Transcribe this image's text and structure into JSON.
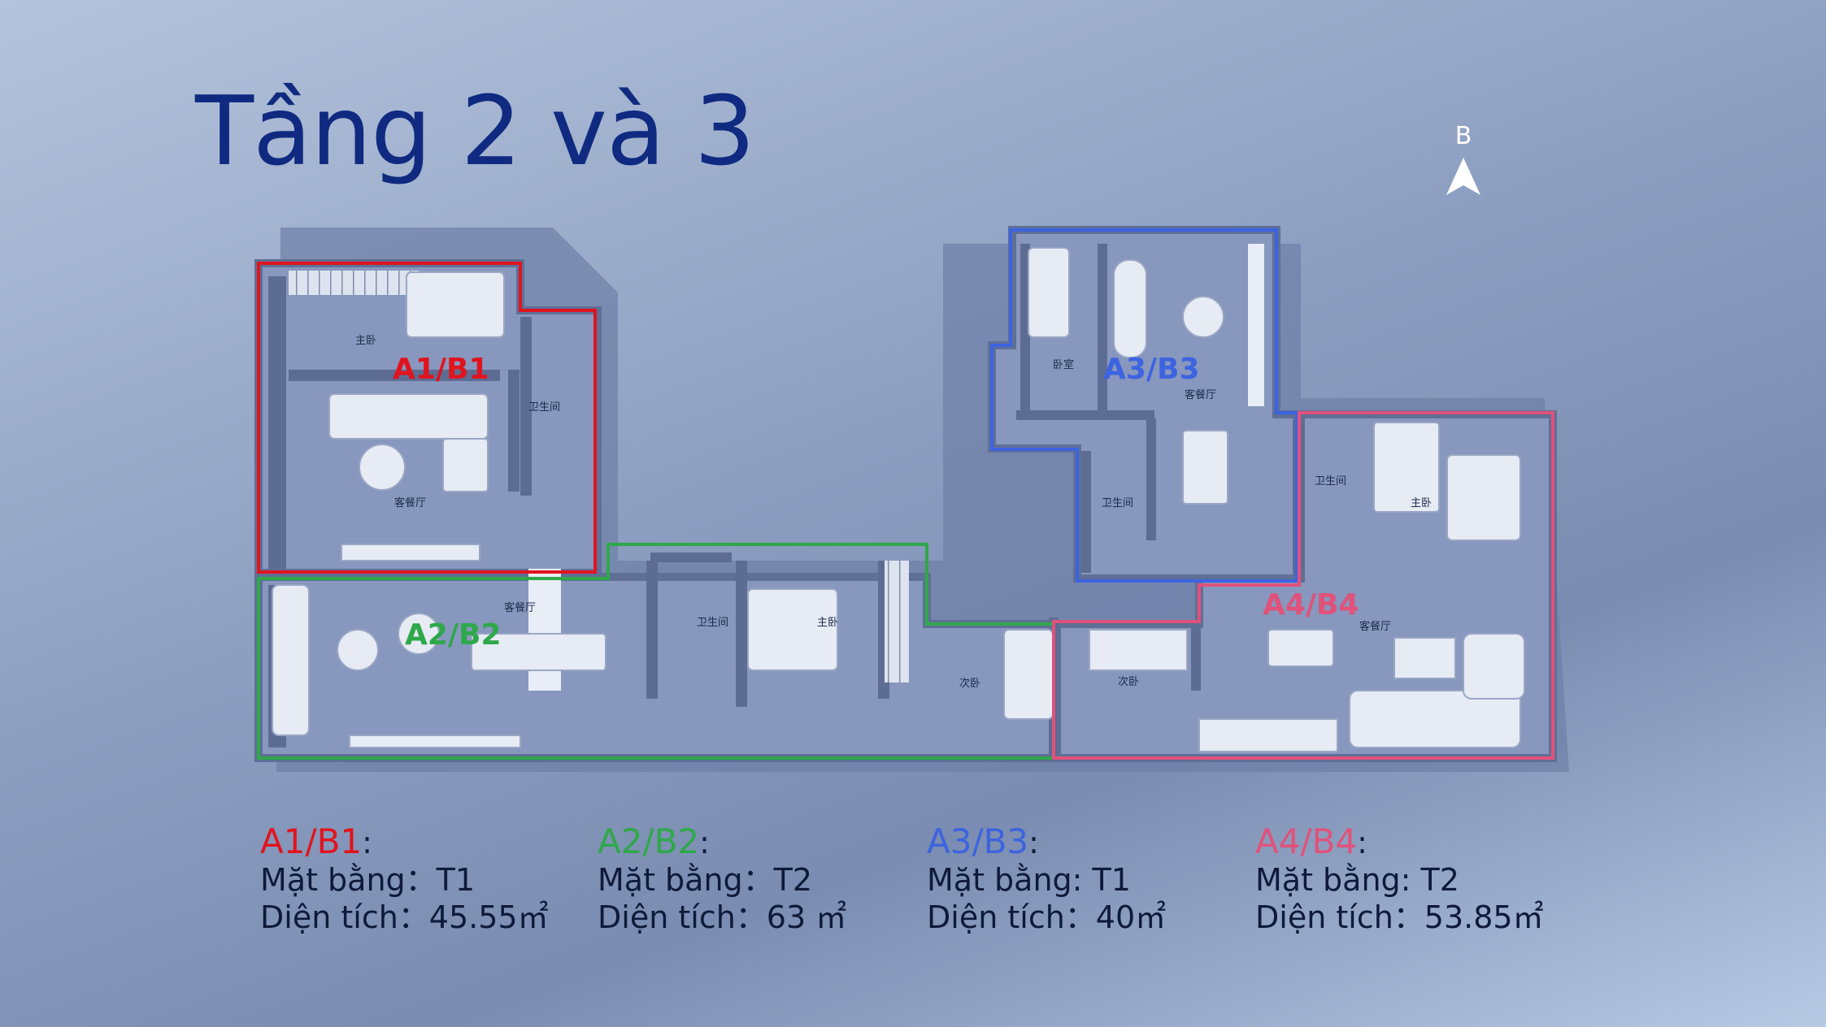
{
  "title": "Tầng 2 và 3",
  "compass": {
    "label": "B",
    "icon": "north-arrow-icon"
  },
  "colors": {
    "title": "#0f2a80",
    "A1_B1": "#e0141e",
    "A2_B2": "#2fa84a",
    "A3_B3": "#3c63e0",
    "A4_B4": "#e0527a",
    "plan_floor": "#7e8fb8",
    "plan_wall": "#5f6f96"
  },
  "plan_labels": {
    "a1": "A1/B1",
    "a2": "A2/B2",
    "a3": "A3/B3",
    "a4": "A4/B4"
  },
  "room_labels": [
    "主卧",
    "卫生间",
    "客餐厅",
    "客餐厅",
    "卫生间",
    "主卧",
    "次卧",
    "次卧",
    "卧室",
    "客餐厅",
    "卫生间",
    "卫生间",
    "主卧",
    "客餐厅"
  ],
  "units": [
    {
      "code": "A1/B1",
      "colon": ":",
      "plan_line": "Mặt bằng：T1",
      "area_line": "Diện tích：45.55㎡"
    },
    {
      "code": "A2/B2",
      "colon": ":",
      "plan_line": "Mặt bằng：T2",
      "area_line": "Diện tích：63 ㎡"
    },
    {
      "code": "A3/B3",
      "colon": ":",
      "plan_line": "Mặt bằng: T1",
      "area_line": "Diện tích：40㎡"
    },
    {
      "code": "A4/B4",
      "colon": ":",
      "plan_line": "Mặt bằng: T2",
      "area_line": "Diện tích：53.85㎡"
    }
  ]
}
